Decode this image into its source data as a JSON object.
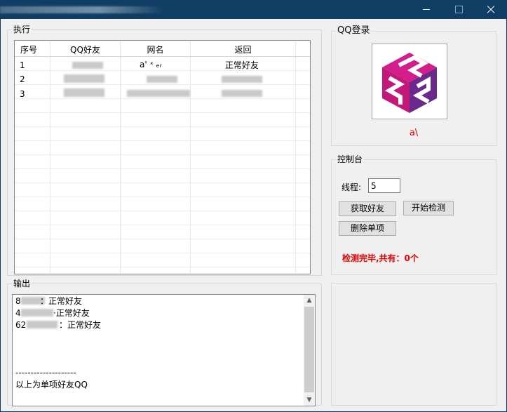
{
  "window": {
    "colors": {
      "titlebar": "#0f3d63",
      "client": "#f0f0f0",
      "accent_red": "#e00000"
    }
  },
  "exec_group": {
    "title": "执行",
    "columns": [
      "序号",
      "QQ好友",
      "网名",
      "返回"
    ],
    "rows": [
      {
        "index": "1",
        "qq": "",
        "name": "a' ˣ ₑᵣ",
        "result": "正常好友"
      },
      {
        "index": "2",
        "qq": "",
        "name": "",
        "result": ""
      },
      {
        "index": "3",
        "qq": "",
        "name": "",
        "result": ""
      }
    ]
  },
  "login_group": {
    "title": "QQ登录",
    "avatar_icon": "cube-logo-icon",
    "nickname": "a\\"
  },
  "console_group": {
    "title": "控制台",
    "threads_label": "线程:",
    "threads_value": "5",
    "get_friends_label": "获取好友",
    "start_check_label": "开始检测",
    "delete_item_label": "删除单项",
    "status_text": "检测完毕,共有：0个"
  },
  "output_group": {
    "title": "输出",
    "lines": [
      {
        "prefix": "8",
        "suffix": "：正常好友"
      },
      {
        "prefix": "4",
        "suffix": "·正常好友"
      },
      {
        "prefix": "62",
        "suffix": "：正常好友"
      }
    ],
    "separator": "--------------------",
    "footer": "以上为单项好友QQ"
  }
}
